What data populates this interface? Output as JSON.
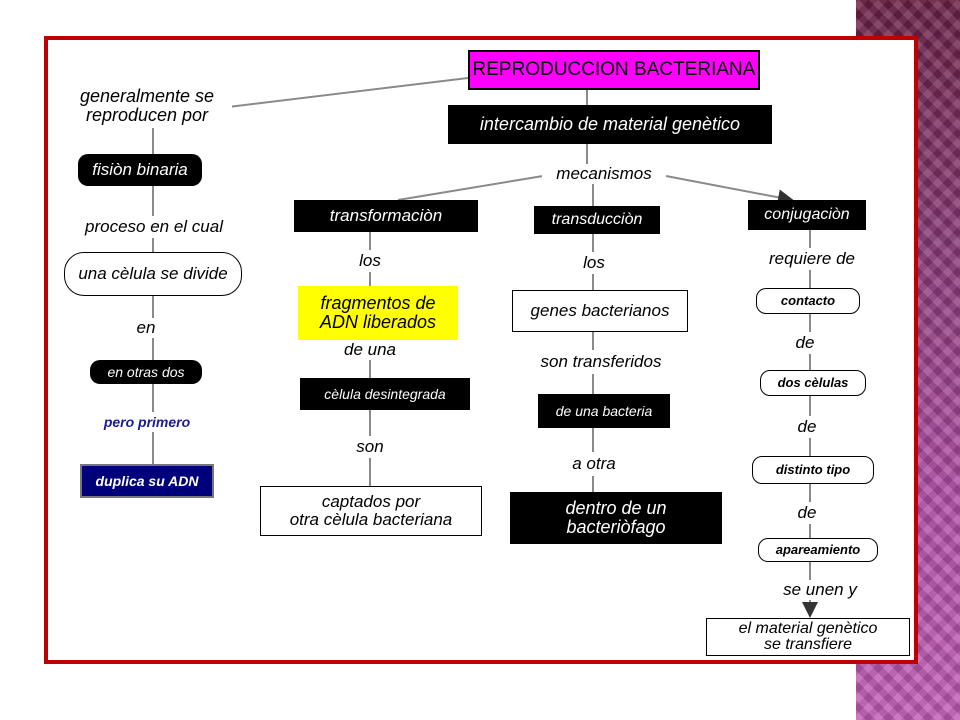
{
  "title": "REPRODUCCION  BACTERIANA",
  "left": {
    "label1": "generalmente se\nreproducen por",
    "fision": "fisiòn binaria",
    "proceso": "proceso en el cual",
    "celula_divide": "una cèlula se divide",
    "en": "en",
    "otras_dos": "en otras dos",
    "pero": "pero primero",
    "duplica": "duplica su ADN"
  },
  "center": {
    "intercambio": "intercambio de material genètico",
    "mecanismos": "mecanismos"
  },
  "transformacion": {
    "title": "transformaciòn",
    "los": "los",
    "fragmentos": "fragmentos de\nADN liberados",
    "de_una": "de una",
    "desintegrada": "cèlula desintegrada",
    "son": "son",
    "captados": "captados por\notra cèlula bacteriana"
  },
  "transduccion": {
    "title": "transducciòn",
    "los": "los",
    "genes": "genes bacterianos",
    "transferidos": "son transferidos",
    "de_bacteria": "de una bacteria",
    "a_otra": "a otra",
    "bacteriofago": "dentro de un\nbacteriòfago"
  },
  "conjugacion": {
    "title": "conjugaciòn",
    "requiere": "requiere de",
    "contacto": "contacto",
    "de1": "de",
    "dos_celulas": "dos cèlulas",
    "de2": "de",
    "distinto": "distinto tipo",
    "de3": "de",
    "apareamiento": "apareamiento",
    "se_unen": "se unen y",
    "material": "el material genètico\nse transfiere"
  }
}
